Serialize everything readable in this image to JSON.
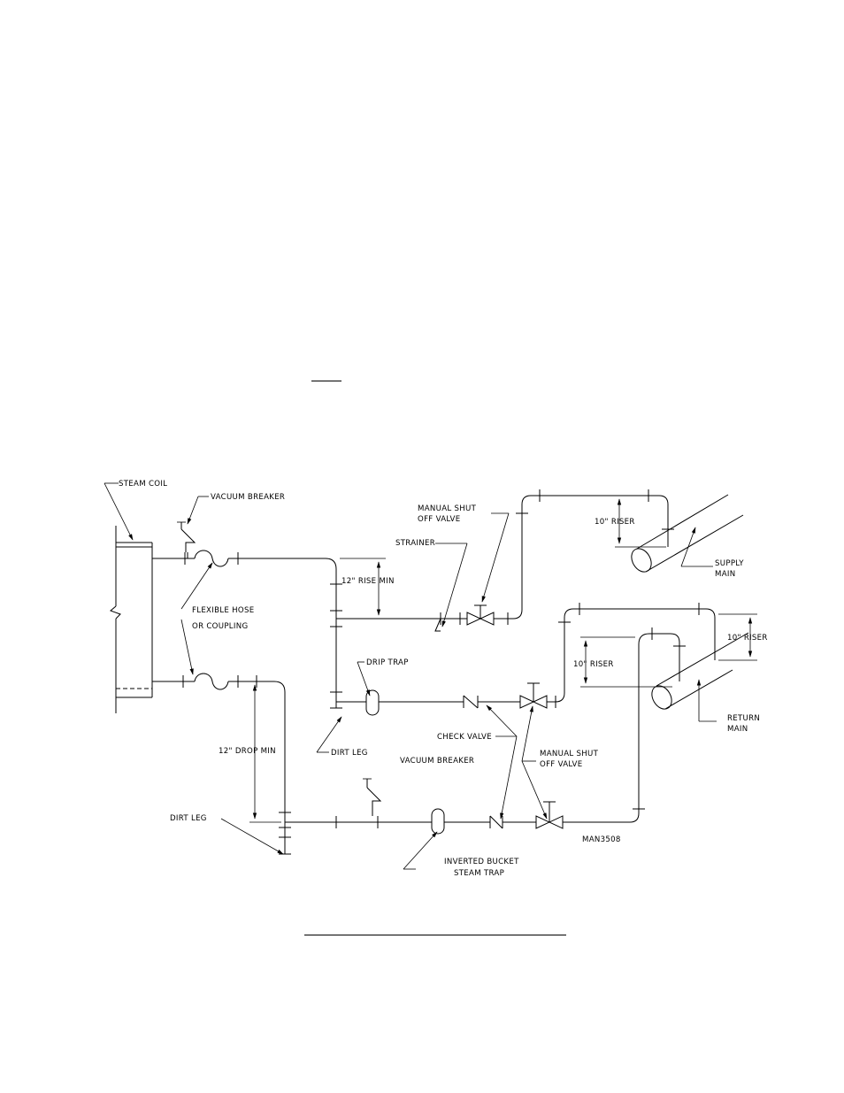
{
  "labels": {
    "steam_coil": "STEAM COIL",
    "vacuum_breaker_top": "VACUUM BREAKER",
    "manual_shut_off_top_1": "MANUAL SHUT",
    "manual_shut_off_top_2": "OFF VALVE",
    "strainer": "STRAINER",
    "riser_top": "10\" RISER",
    "supply_main_1": "SUPPLY",
    "supply_main_2": "MAIN",
    "rise_min": "12\" RISE MIN",
    "flexible_hose_1": "FLEXIBLE HOSE",
    "flexible_hose_2": "OR COUPLING",
    "drip_trap": "DRIP TRAP",
    "riser_right": "10\" RISER",
    "riser_mid": "10\" RISER",
    "return_main_1": "RETURN",
    "return_main_2": "MAIN",
    "check_valve": "CHECK VALVE",
    "manual_shut_off_bottom_1": "MANUAL SHUT",
    "manual_shut_off_bottom_2": "OFF VALVE",
    "drop_min": "12\" DROP MIN",
    "dirt_leg_mid": "DIRT LEG",
    "vacuum_breaker_bottom": "VACUUM BREAKER",
    "dirt_leg_left": "DIRT LEG",
    "inverted_bucket_1": "INVERTED BUCKET",
    "inverted_bucket_2": "STEAM TRAP",
    "drawing_number": "MAN3508"
  }
}
